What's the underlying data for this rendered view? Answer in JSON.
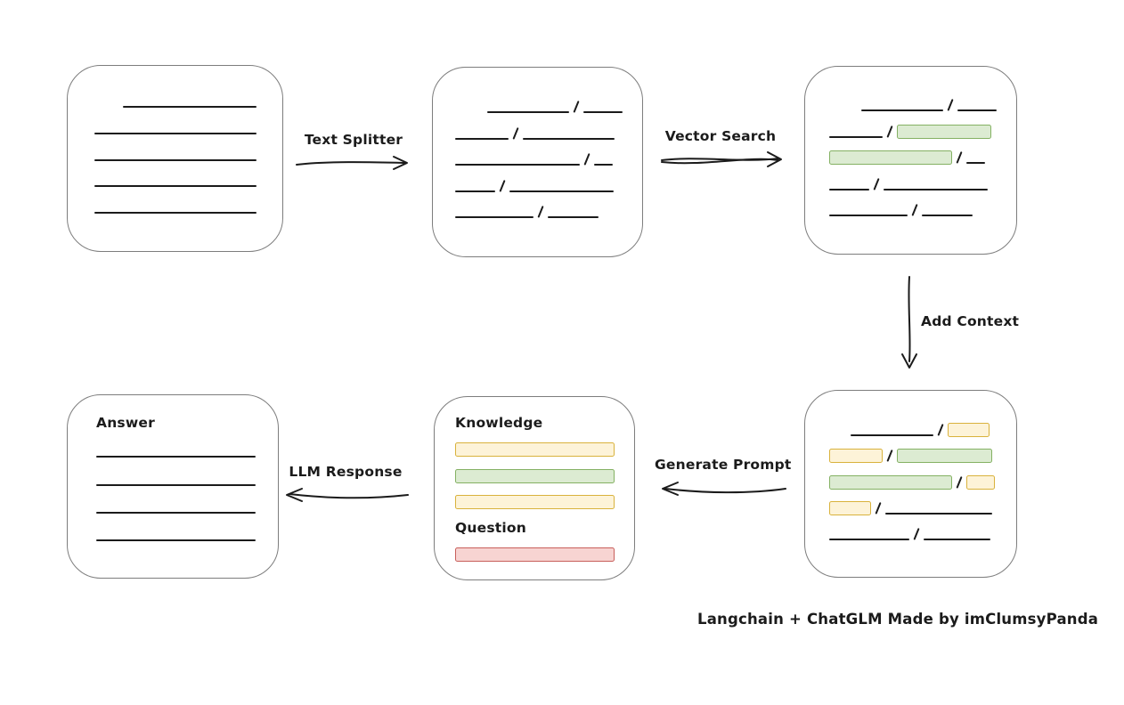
{
  "colors": {
    "stroke": "#1b1b1b",
    "box_border": "#7d7d7d",
    "green_fill": "#dcebd2",
    "green_border": "#84b163",
    "yellow_fill": "#fdf3d8",
    "yellow_border": "#d9b23c",
    "red_fill": "#f7d4d2",
    "red_border": "#c85f5b"
  },
  "arrows": {
    "text_splitter": {
      "label": "Text Splitter",
      "direction": "right"
    },
    "vector_search": {
      "label": "Vector Search",
      "direction": "right"
    },
    "add_context": {
      "label": "Add Context",
      "direction": "down"
    },
    "generate_prompt": {
      "label": "Generate Prompt",
      "direction": "left"
    },
    "llm_response": {
      "label": "LLM Response",
      "direction": "left"
    }
  },
  "footer": {
    "credit": "Langchain + ChatGLM Made by imClumsyPanda"
  },
  "boxes": {
    "document": {
      "rows": [
        [
          {
            "t": "sp",
            "w": 32
          },
          {
            "t": "ln",
            "w": 150
          }
        ],
        [
          {
            "t": "ln",
            "w": 182
          }
        ],
        [
          {
            "t": "ln",
            "w": 182
          }
        ],
        [
          {
            "t": "ln",
            "w": 182
          }
        ],
        [
          {
            "t": "ln",
            "w": 182
          }
        ]
      ]
    },
    "chunks": {
      "rows": [
        [
          {
            "t": "sp",
            "w": 36
          },
          {
            "t": "ln",
            "w": 92
          },
          {
            "t": "sl"
          },
          {
            "t": "ln",
            "w": 44
          }
        ],
        [
          {
            "t": "ln",
            "w": 60
          },
          {
            "t": "sl"
          },
          {
            "t": "ln",
            "w": 103
          }
        ],
        [
          {
            "t": "ln",
            "w": 140
          },
          {
            "t": "sl"
          },
          {
            "t": "ln",
            "w": 21
          }
        ],
        [
          {
            "t": "ln",
            "w": 45
          },
          {
            "t": "sl"
          },
          {
            "t": "ln",
            "w": 117
          }
        ],
        [
          {
            "t": "ln",
            "w": 88
          },
          {
            "t": "sl"
          },
          {
            "t": "ln",
            "w": 57
          }
        ]
      ]
    },
    "matches": {
      "rows": [
        [
          {
            "t": "sp",
            "w": 36
          },
          {
            "t": "ln",
            "w": 92
          },
          {
            "t": "sl"
          },
          {
            "t": "ln",
            "w": 44
          }
        ],
        [
          {
            "t": "ln",
            "w": 60
          },
          {
            "t": "sl"
          },
          {
            "t": "bar",
            "c": "green",
            "w": 106
          }
        ],
        [
          {
            "t": "bar",
            "c": "green",
            "w": 138
          },
          {
            "t": "sl"
          },
          {
            "t": "ln",
            "w": 21
          }
        ],
        [
          {
            "t": "ln",
            "w": 45
          },
          {
            "t": "sl"
          },
          {
            "t": "ln",
            "w": 117
          }
        ],
        [
          {
            "t": "ln",
            "w": 88
          },
          {
            "t": "sl"
          },
          {
            "t": "ln",
            "w": 57
          }
        ]
      ]
    },
    "context": {
      "rows": [
        [
          {
            "t": "sp",
            "w": 24
          },
          {
            "t": "ln",
            "w": 93
          },
          {
            "t": "sl"
          },
          {
            "t": "bar",
            "c": "yellow",
            "w": 47
          }
        ],
        [
          {
            "t": "bar",
            "c": "yellow",
            "w": 60
          },
          {
            "t": "sl"
          },
          {
            "t": "bar",
            "c": "green",
            "w": 107
          }
        ],
        [
          {
            "t": "bar",
            "c": "green",
            "w": 138
          },
          {
            "t": "sl"
          },
          {
            "t": "bar",
            "c": "yellow",
            "w": 32
          }
        ],
        [
          {
            "t": "bar",
            "c": "yellow",
            "w": 47
          },
          {
            "t": "sl"
          },
          {
            "t": "ln",
            "w": 120
          }
        ],
        [
          {
            "t": "ln",
            "w": 90
          },
          {
            "t": "sl"
          },
          {
            "t": "ln",
            "w": 75
          }
        ]
      ]
    },
    "prompt": {
      "rows": [
        [
          {
            "t": "label",
            "text": "Knowledge"
          }
        ],
        [
          {
            "t": "bar",
            "c": "yellow",
            "w": 181
          }
        ],
        [
          {
            "t": "bar",
            "c": "green",
            "w": 181
          }
        ],
        [
          {
            "t": "bar",
            "c": "yellow",
            "w": 181
          }
        ],
        [
          {
            "t": "label",
            "text": "Question"
          }
        ],
        [
          {
            "t": "bar",
            "c": "red",
            "w": 181
          }
        ]
      ]
    },
    "answer": {
      "rows": [
        [
          {
            "t": "label",
            "text": "Answer"
          }
        ],
        [
          {
            "t": "ln",
            "w": 180
          }
        ],
        [
          {
            "t": "ln",
            "w": 180
          }
        ],
        [
          {
            "t": "ln",
            "w": 180
          }
        ],
        [
          {
            "t": "ln",
            "w": 180
          }
        ]
      ]
    }
  }
}
